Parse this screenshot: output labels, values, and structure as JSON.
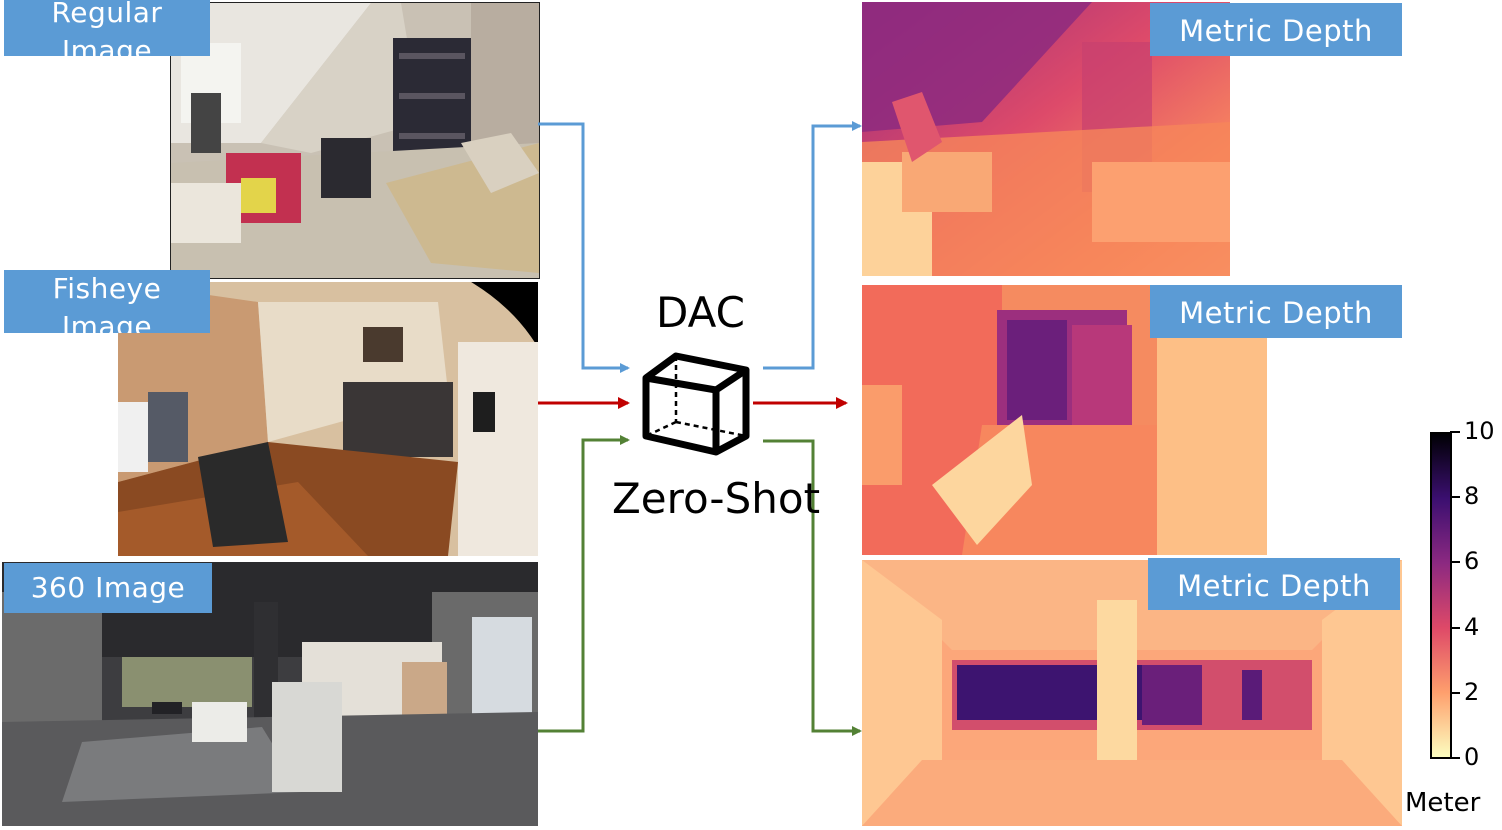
{
  "inputs": {
    "regular": {
      "label": "Regular Image"
    },
    "fisheye": {
      "label": "Fisheye Image"
    },
    "pano": {
      "label": "360 Image"
    }
  },
  "model": {
    "name": "DAC",
    "mode": "Zero-Shot"
  },
  "outputs": {
    "top": {
      "label": "Metric Depth"
    },
    "middle": {
      "label": "Metric Depth"
    },
    "bottom": {
      "label": "Metric Depth"
    }
  },
  "colorbar": {
    "unit": "Meter",
    "ticks": [
      "10",
      "8",
      "6",
      "4",
      "2",
      "0"
    ],
    "colors": [
      "#fcfdbf",
      "#fe9f6d",
      "#de4968",
      "#8c2981",
      "#3b0f70",
      "#000004"
    ]
  },
  "arrows": {
    "blue": "#5b9bd5",
    "red": "#c00000",
    "green": "#538135"
  }
}
